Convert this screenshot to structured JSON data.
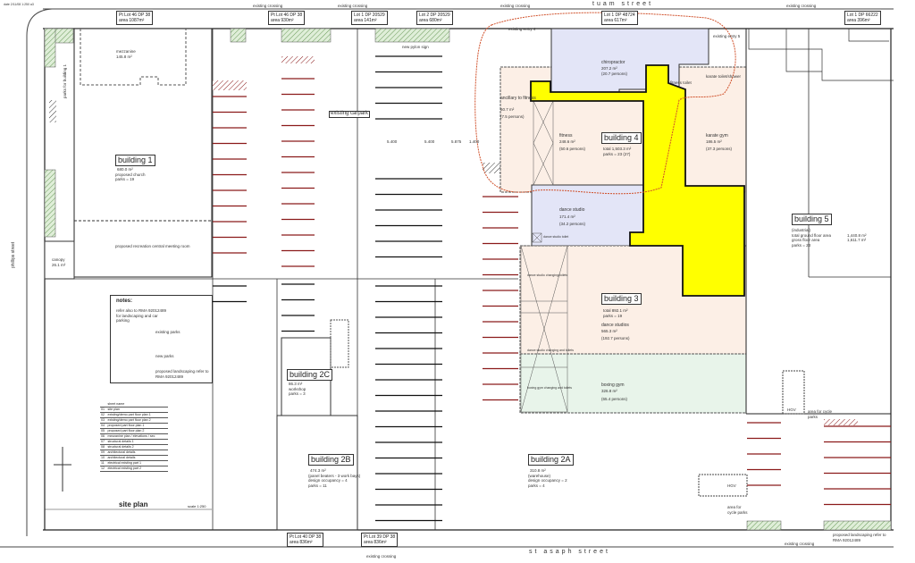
{
  "header": {
    "tiny_note": "date 2/11/08 1:250 a3"
  },
  "streets": {
    "top": "tuam street",
    "bottom": "st asaph street",
    "left": "phillips street"
  },
  "crossings": {
    "label": "existing crossing"
  },
  "lots": [
    {
      "line1": "Pt Lot 46  DP 38",
      "line2": "area 1087m²"
    },
    {
      "line1": "Pt Lot 46  DP 38",
      "line2": "area 930m²"
    },
    {
      "line1": "Lot 1  DP 20529",
      "line2": "area 141m²"
    },
    {
      "line1": "Lot 2  DP 20529",
      "line2": "area 680m²"
    },
    {
      "line1": "Lot 1  DP 48724",
      "line2": "area 617m²"
    },
    {
      "line1": "Lot 1  DP 66222",
      "line2": "area 396m²"
    },
    {
      "line1": "Pt Lot 40  DP 38",
      "line2": "area 836m²"
    },
    {
      "line1": "Pt Lot 39  DP 38",
      "line2": "area 836m²"
    }
  ],
  "buildings": {
    "b1": {
      "name": "building 1",
      "area": "680.0 m²",
      "use": "proposed church",
      "parks": "parks = 19",
      "lower": "proposed recreation central meeting room",
      "mezz": "mezzanine",
      "mezz_area": "145.8 m²",
      "canopy": "canopy",
      "canopy_area": "26.1 m²",
      "parks_bldg": "parks for building 1"
    },
    "b2c": {
      "name": "building 2C",
      "area": "86.3 m²",
      "use": "workshop",
      "parks": "parks = 3"
    },
    "b2b": {
      "name": "building 2B",
      "area": "474.3 m²",
      "use": "(panel beaters - 3 work bays)",
      "occ": "design occupancy = 4",
      "parks": "parks = 11"
    },
    "b2a": {
      "name": "building 2A",
      "area": "310.8 m²",
      "use": "(warehouse)",
      "occ": "design occupancy = 2",
      "parks": "parks = 4"
    },
    "b3": {
      "name": "building 3",
      "total": "total  892.1 m²",
      "parks": "parks = 19",
      "studios": "dance studios",
      "studios_area": "565.3 m²",
      "studios_persons": "(192.7 persons)",
      "boxing": "boxing gym",
      "boxing_area": "326.8 m²",
      "boxing_persons": "(65.4 persons)",
      "changing1": "dance studio changing/toilets",
      "changing2": "dance studio changing and toilets",
      "changing3": "boxing gym changing and toilets"
    },
    "b4": {
      "name": "building 4",
      "total": "total  1,503.3 m²",
      "parks": "parks = 23 (27)",
      "fitness": "fitness",
      "fitness_area": "248.6 m²",
      "fitness_persons": "(50.6 persons)",
      "ancillary": "ancillary to fitness",
      "ancillary_area": "60.7 m²",
      "ancillary_persons": "(7.5 persons)",
      "chiro": "chiropractor",
      "chiro_area": "207.2 m²",
      "chiro_persons": "(20.7 persons)",
      "karate": "karate gym",
      "karate_area": "186.5 m²",
      "karate_persons": "(37.3 persons)",
      "dance": "dance studio",
      "dance_area": "171.4 m²",
      "dance_persons": "(34.2 persons)",
      "dance_toilet": "dance studio toilet",
      "karate_toilet": "karate toilet/shower",
      "entry4": "existing entry 4",
      "entry5": "existing entry 5",
      "fitness_toilet": "fitness toilet"
    },
    "b5": {
      "name": "building 5",
      "use": "(industrial)",
      "l1": "total ground floor area",
      "l2": "gross floor area",
      "parks": "parks = 23",
      "v1": "1,440.8 m²",
      "v2": "1,611.7 m²"
    }
  },
  "labels": {
    "existing_carpark": "existing carpark",
    "pylon": "new pylon sign",
    "hgv": "HGV",
    "cycle": "area for cycle parks",
    "landscaping": "proposed landscaping refer to RMA 92012489",
    "dims": [
      "5.400",
      "5.400",
      "5.875",
      "1.400"
    ]
  },
  "notes": {
    "title": "notes:",
    "line1": "refer also to RMA 92012489 for landscaping and car parking",
    "existing": "existing parks",
    "new": "new parks",
    "landscape": "proposed landscaping refer to RMA 92012489"
  },
  "sheets": {
    "header": "sheet name",
    "rows": [
      [
        "01",
        "site plan"
      ],
      [
        "02",
        "existing/demo part floor plan 1"
      ],
      [
        "03",
        "existing/demo part floor plan 2"
      ],
      [
        "04",
        "proposed part floor plan 1"
      ],
      [
        "05",
        "proposed part floor plan 2"
      ],
      [
        "06",
        "mezzanine plan / elevations / sec"
      ],
      [
        "07",
        "structural details 1"
      ],
      [
        "08",
        "structural details 2"
      ],
      [
        "09",
        "architectural details"
      ],
      [
        "10",
        "architectural details"
      ],
      [
        "11",
        "electrical existing part 1"
      ],
      [
        "12",
        "electrical existing part 2"
      ]
    ]
  },
  "title_block": {
    "title": "site plan",
    "scale": "scale 1:250"
  },
  "colors": {
    "yellow": "#ffff00",
    "lavender": "#e3e5f7",
    "peach": "#fcefe6",
    "mint": "#e8f4ea",
    "cloud": "#d0502a",
    "park_red": "#8b1a1a"
  }
}
